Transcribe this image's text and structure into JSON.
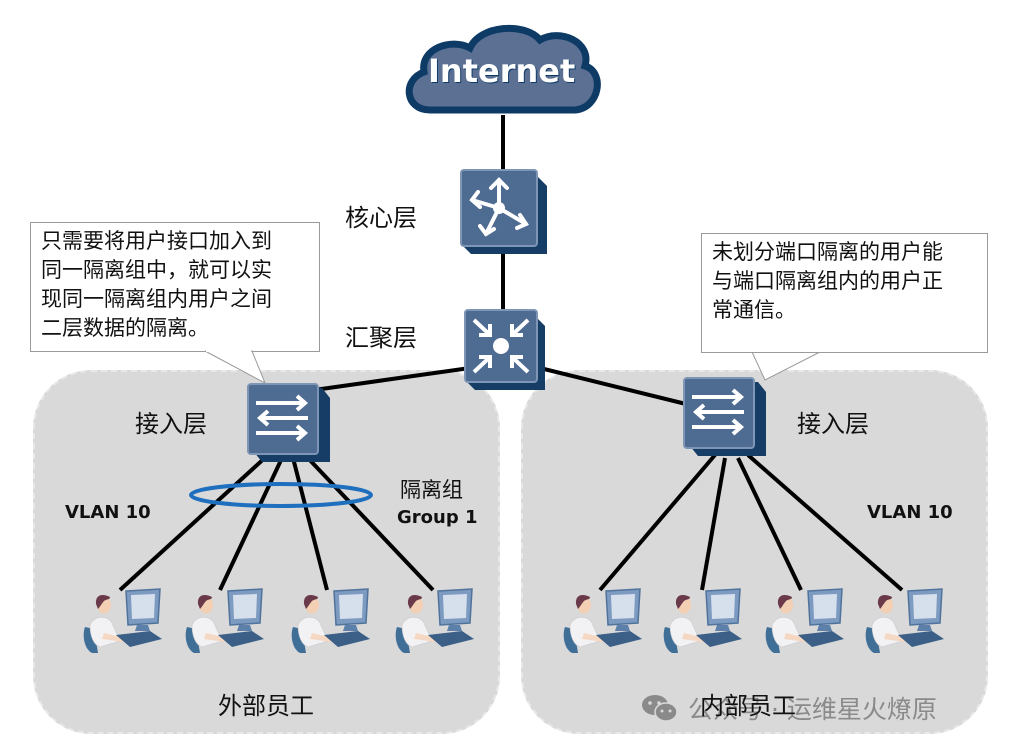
{
  "internet": {
    "label": "Internet"
  },
  "layers": {
    "core": "核心层",
    "aggregation": "汇聚层",
    "access_left": "接入层",
    "access_right": "接入层"
  },
  "groups": {
    "left": {
      "name": "外部员工",
      "vlan": "VLAN 10",
      "isolation_group_label": "隔离组",
      "isolation_group_id": "Group 1",
      "pc_count": 4
    },
    "right": {
      "name": "内部员工",
      "vlan": "VLAN 10",
      "pc_count": 4
    }
  },
  "callouts": {
    "left": [
      "只需要将用户接口加入到",
      "同一隔离组中，就可以实",
      "现同一隔离组内用户之间",
      "二层数据的隔离。"
    ],
    "right": [
      "未划分端口隔离的用户能",
      "与端口隔离组内的用户正",
      "常通信。"
    ]
  },
  "watermark": {
    "text": "公众号 · 运维星火燎原"
  },
  "colors": {
    "device_face": "#4e6b92",
    "device_side": "#163d66",
    "cloud": "#5b7093",
    "cloud_border": "#0e3a66",
    "zone_fill": "#d9d9d9",
    "isolation_ring": "#1f6fbf"
  }
}
